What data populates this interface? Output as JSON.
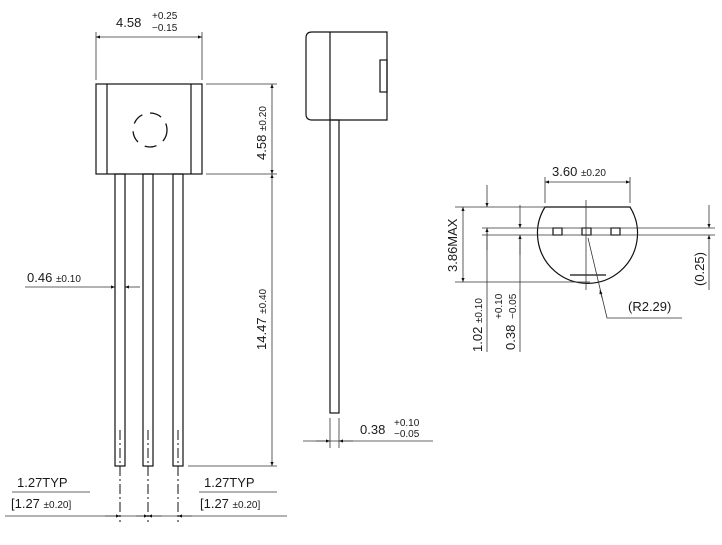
{
  "front_view": {
    "width": {
      "value": "4.58",
      "tol_plus": "+0.25",
      "tol_minus": "−0.15"
    },
    "body_height": {
      "value": "4.58",
      "tol": "±0.20"
    },
    "lead_length": {
      "value": "14.47",
      "tol": "±0.40"
    },
    "lead_width": {
      "value": "0.46",
      "tol": "±0.10"
    },
    "pitch_left": {
      "typ": "1.27TYP",
      "value": "[1.27",
      "tol": "±0.20]"
    },
    "pitch_right": {
      "typ": "1.27TYP",
      "value": "[1.27",
      "tol": "±0.20]"
    }
  },
  "side_view": {
    "lead_thickness": {
      "value": "0.38",
      "tol_plus": "+0.10",
      "tol_minus": "−0.05"
    }
  },
  "bottom_view": {
    "flat_width": {
      "value": "3.60",
      "tol": "±0.20"
    },
    "height_max": "3.86MAX",
    "lead_offset": {
      "value": "1.02",
      "tol": "±0.10"
    },
    "lead_thickness": {
      "value": "0.38",
      "tol_plus": "+0.10",
      "tol_minus": "−0.05"
    },
    "radius": "(R2.29)",
    "offset_ref": "(0.25)"
  }
}
